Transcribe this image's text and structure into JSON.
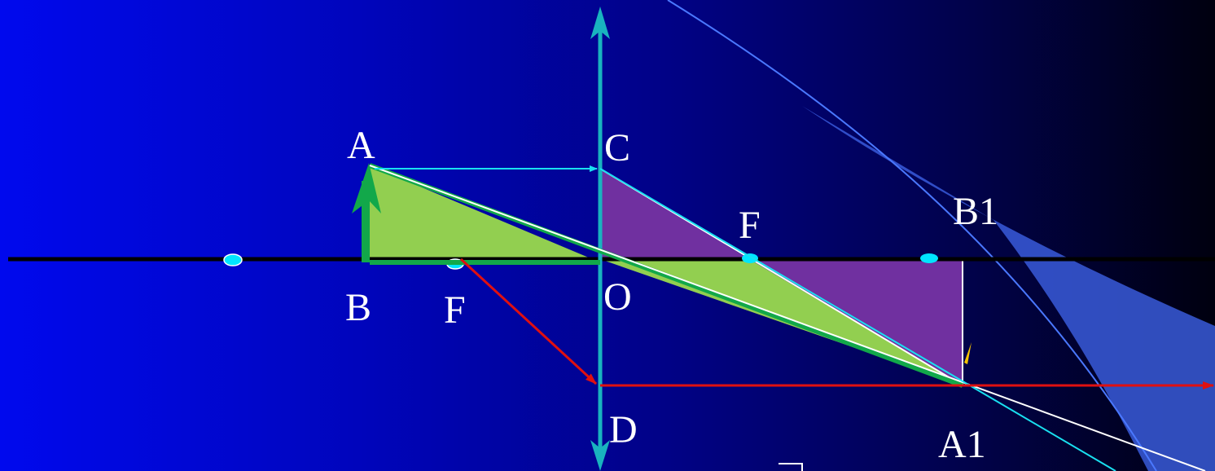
{
  "colors": {
    "lens": "#19b3bf",
    "optical_axis": "#000000",
    "object_arrow": "#12a84a",
    "triangle_object": "#92cf50",
    "triangle_image": "#7030a0",
    "ray_parallel": "#19e0f0",
    "ray_focal": "#e01010",
    "ray_central": "#ffffff",
    "focus_marker": "#00e5ff",
    "band": "#3b5ee0"
  },
  "labels": {
    "A": "A",
    "B": "B",
    "C": "C",
    "O": "O",
    "D": "D",
    "F_left": "F",
    "F_right": "F",
    "B1": "B1",
    "A1": "A1"
  }
}
